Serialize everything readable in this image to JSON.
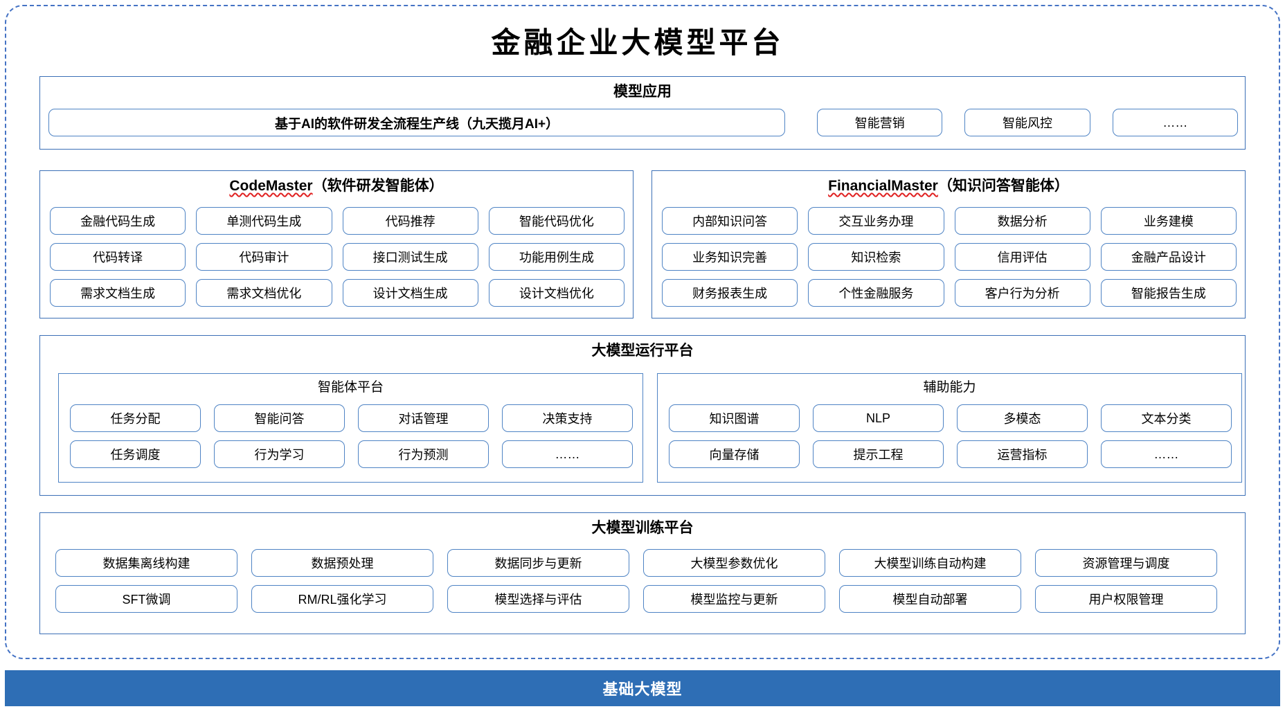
{
  "title": "金融企业大模型平台",
  "model_application": {
    "title": "模型应用",
    "banner": "基于AI的软件研发全流程生产线（九天揽月AI+）",
    "items": [
      "智能营销",
      "智能风控",
      "……"
    ]
  },
  "code_master": {
    "name": "CodeMaster",
    "suffix": "（软件研发智能体）",
    "rows": [
      [
        "金融代码生成",
        "单测代码生成",
        "代码推荐",
        "智能代码优化"
      ],
      [
        "代码转译",
        "代码审计",
        "接口测试生成",
        "功能用例生成"
      ],
      [
        "需求文档生成",
        "需求文档优化",
        "设计文档生成",
        "设计文档优化"
      ]
    ]
  },
  "financial_master": {
    "name": "FinancialMaster",
    "suffix": "（知识问答智能体）",
    "rows": [
      [
        "内部知识问答",
        "交互业务办理",
        "数据分析",
        "业务建模"
      ],
      [
        "业务知识完善",
        "知识检索",
        "信用评估",
        "金融产品设计"
      ],
      [
        "财务报表生成",
        "个性金融服务",
        "客户行为分析",
        "智能报告生成"
      ]
    ]
  },
  "runtime_platform": {
    "title": "大模型运行平台",
    "agent_platform": {
      "title": "智能体平台",
      "rows": [
        [
          "任务分配",
          "智能问答",
          "对话管理",
          "决策支持"
        ],
        [
          "任务调度",
          "行为学习",
          "行为预测",
          "……"
        ]
      ]
    },
    "auxiliary": {
      "title": "辅助能力",
      "rows": [
        [
          "知识图谱",
          "NLP",
          "多模态",
          "文本分类"
        ],
        [
          "向量存储",
          "提示工程",
          "运营指标",
          "……"
        ]
      ]
    }
  },
  "training_platform": {
    "title": "大模型训练平台",
    "rows": [
      [
        "数据集离线构建",
        "数据预处理",
        "数据同步与更新",
        "大模型参数优化",
        "大模型训练自动构建",
        "资源管理与调度"
      ],
      [
        "SFT微调",
        "RM/RL强化学习",
        "模型选择与评估",
        "模型监控与更新",
        "模型自动部署",
        "用户权限管理"
      ]
    ]
  },
  "foundation": {
    "label": "基础大模型"
  },
  "colors": {
    "frame_blue": "#4472c4",
    "box_blue": "#3b6fb6",
    "chip_blue": "#4e83c4",
    "foundation_blue": "#2e6eb5",
    "spell_red": "#e02020"
  }
}
